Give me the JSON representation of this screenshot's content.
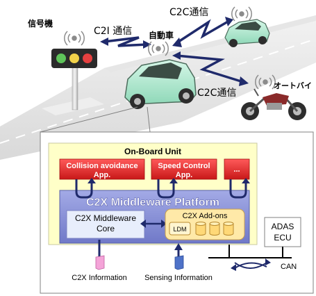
{
  "scene": {
    "traffic_light_label": "信号機",
    "c2i_label": "C2I 通信",
    "car_label": "自動車",
    "c2c_top_label": "C2C通信",
    "c2c_bottom_label": "C2C通信",
    "motorbike_label": "オートバイ"
  },
  "obu": {
    "title": "On-Board Unit",
    "apps": [
      {
        "label_line1": "Collision avoidance",
        "label_line2": "App."
      },
      {
        "label_line1": "Speed Control",
        "label_line2": "App."
      },
      {
        "label_line1": "...",
        "label_line2": ""
      }
    ],
    "middleware_title": "C2X Middleware Platform",
    "core_line1": "C2X Middleware",
    "core_line2": "Core",
    "addons_title": "C2X Add-ons",
    "ldm_label": "LDM"
  },
  "adas": {
    "line1": "ADAS",
    "line2": "ECU"
  },
  "can_label": "CAN",
  "outputs": {
    "c2x_info": "C2X Information",
    "sensing_info": "Sensing Information"
  },
  "colors": {
    "obu_bg": "#ffffc8",
    "app_red": "#e8242a",
    "middleware_blue": "#8d95d8",
    "core_bg": "#e8eefc",
    "addon_yellow": "#ffe9a8",
    "arrow_navy": "#1f2a6b",
    "signal_green": "#5fc45a",
    "signal_yellow": "#f2d24a",
    "signal_red": "#e64040"
  }
}
